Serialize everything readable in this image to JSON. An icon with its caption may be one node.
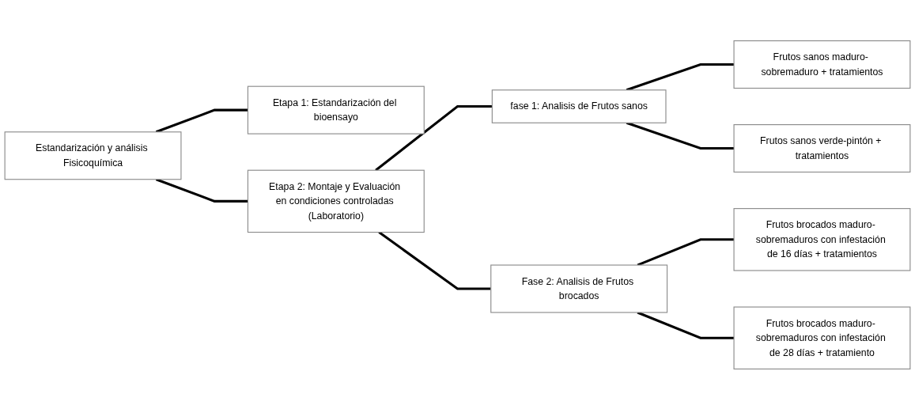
{
  "diagram": {
    "nodes": [
      {
        "text": [
          "Estandarización y análisis Fisicoquímica"
        ]
      },
      {
        "text": [
          "Etapa 1: Estandarización del bioensayo"
        ]
      },
      {
        "text": [
          "Etapa 2: Montaje y Evaluación en condiciones controladas (Laboratorio)"
        ]
      },
      {
        "text": [
          "fase 1: Analisis de Frutos sanos"
        ]
      },
      {
        "text": [
          "Fase 2: Analisis de Frutos brocados"
        ]
      },
      {
        "text": [
          "Frutos sanos maduro- sobremaduro + tratamientos"
        ]
      },
      {
        "text": [
          "Frutos sanos verde-pintón + tratamientos"
        ]
      },
      {
        "text": [
          "Frutos brocados maduro- sobremaduros con infestación de 16 días + tratamientos"
        ]
      },
      {
        "text": [
          "Frutos brocados maduro- sobremaduros con infestación de 28 días + tratamiento"
        ]
      }
    ],
    "edges": [
      {
        "from": 0,
        "to": 1,
        "arrow": "none"
      },
      {
        "from": 0,
        "to": 2,
        "arrow": "none"
      },
      {
        "from": 2,
        "to": 3,
        "arrow": "none"
      },
      {
        "from": 2,
        "to": 4,
        "arrow": "none"
      },
      {
        "from": 3,
        "to": 5,
        "arrow": "none"
      },
      {
        "from": 3,
        "to": 6,
        "arrow": "none"
      },
      {
        "from": 4,
        "to": 7,
        "arrow": "none"
      },
      {
        "from": 4,
        "to": 8,
        "arrow": "none"
      }
    ]
  }
}
